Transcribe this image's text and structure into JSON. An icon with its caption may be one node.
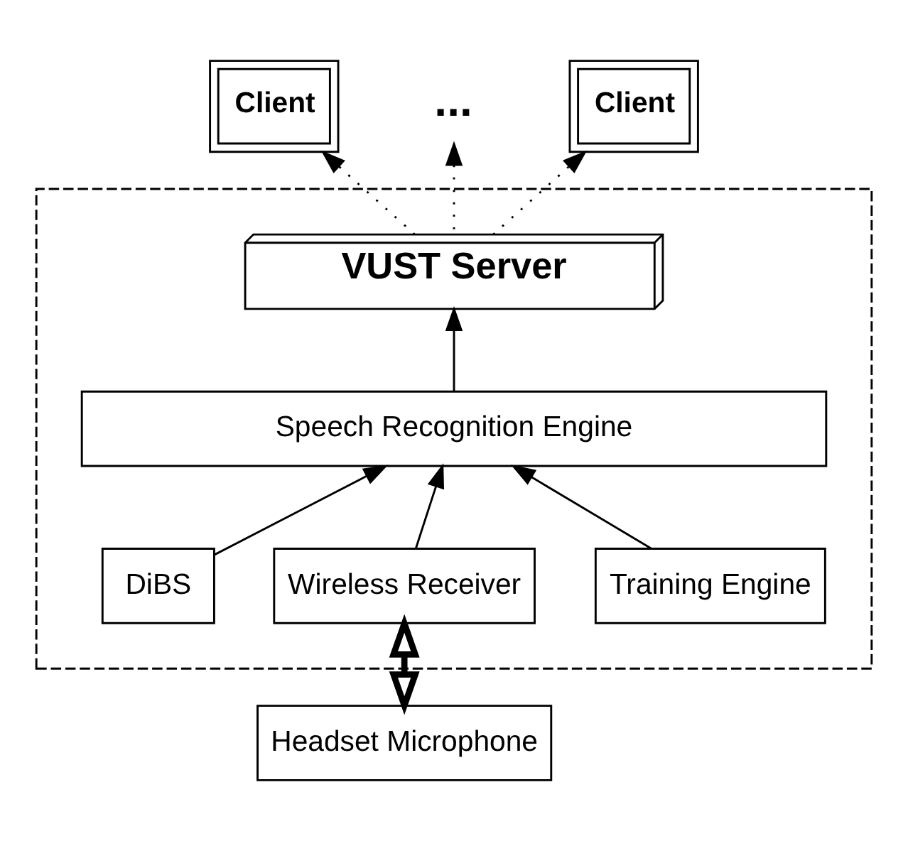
{
  "diagram": {
    "nodes": [
      {
        "text": [
          "Client"
        ]
      },
      {
        "text": [
          "..."
        ]
      },
      {
        "text": [
          "Client"
        ]
      },
      {
        "text": [],
        "shape": "box"
      },
      {
        "text": [
          "VUST Server"
        ],
        "in": 3
      },
      {
        "text": [
          "Speech Recognition Engine"
        ],
        "in": 3
      },
      {
        "text": [
          "DiBS"
        ],
        "in": 3
      },
      {
        "text": [
          "Wireless Receiver"
        ],
        "in": 3
      },
      {
        "text": [
          "Training Engine"
        ],
        "in": 3
      },
      {
        "text": [
          "Headset Microphone"
        ]
      }
    ],
    "edges": [
      {
        "from": 4,
        "to": 0,
        "arrow": "to",
        "style": "dashed"
      },
      {
        "from": 4,
        "to": 1,
        "arrow": "to",
        "style": "dashed"
      },
      {
        "from": 4,
        "to": 2,
        "arrow": "to",
        "style": "dashed"
      },
      {
        "from": 5,
        "to": 4,
        "arrow": "to"
      },
      {
        "from": 6,
        "to": 5,
        "arrow": "to"
      },
      {
        "from": 7,
        "to": 5,
        "arrow": "to"
      },
      {
        "from": 8,
        "to": 5,
        "arrow": "to"
      },
      {
        "from": 9,
        "to": 7,
        "arrow": "both",
        "style": "thick"
      }
    ]
  }
}
